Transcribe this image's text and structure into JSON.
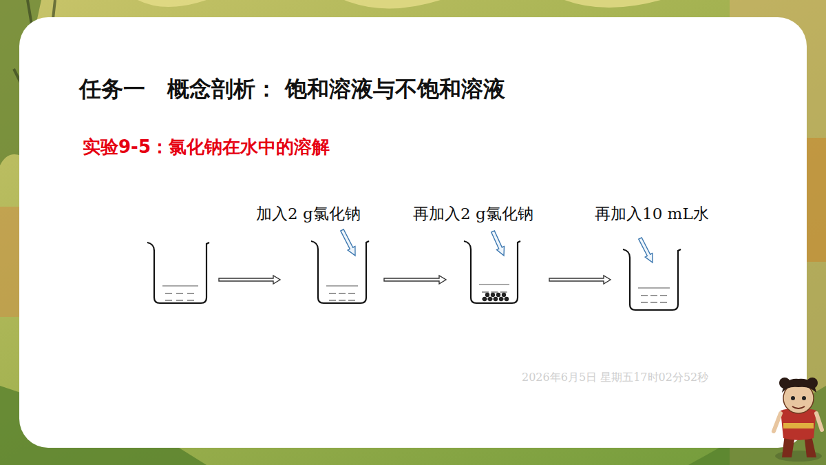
{
  "diagram": {
    "title": "任务一　概念剖析： 饱和溶液与不饱和溶液",
    "labels": [
      "实验9-5：氯化钠在水中的溶解",
      "加入2 g氯化钠",
      "再加入2 g氯化钠",
      "再加入10 mL水",
      "2026年6月5日 星期五17时02分52秒"
    ]
  }
}
